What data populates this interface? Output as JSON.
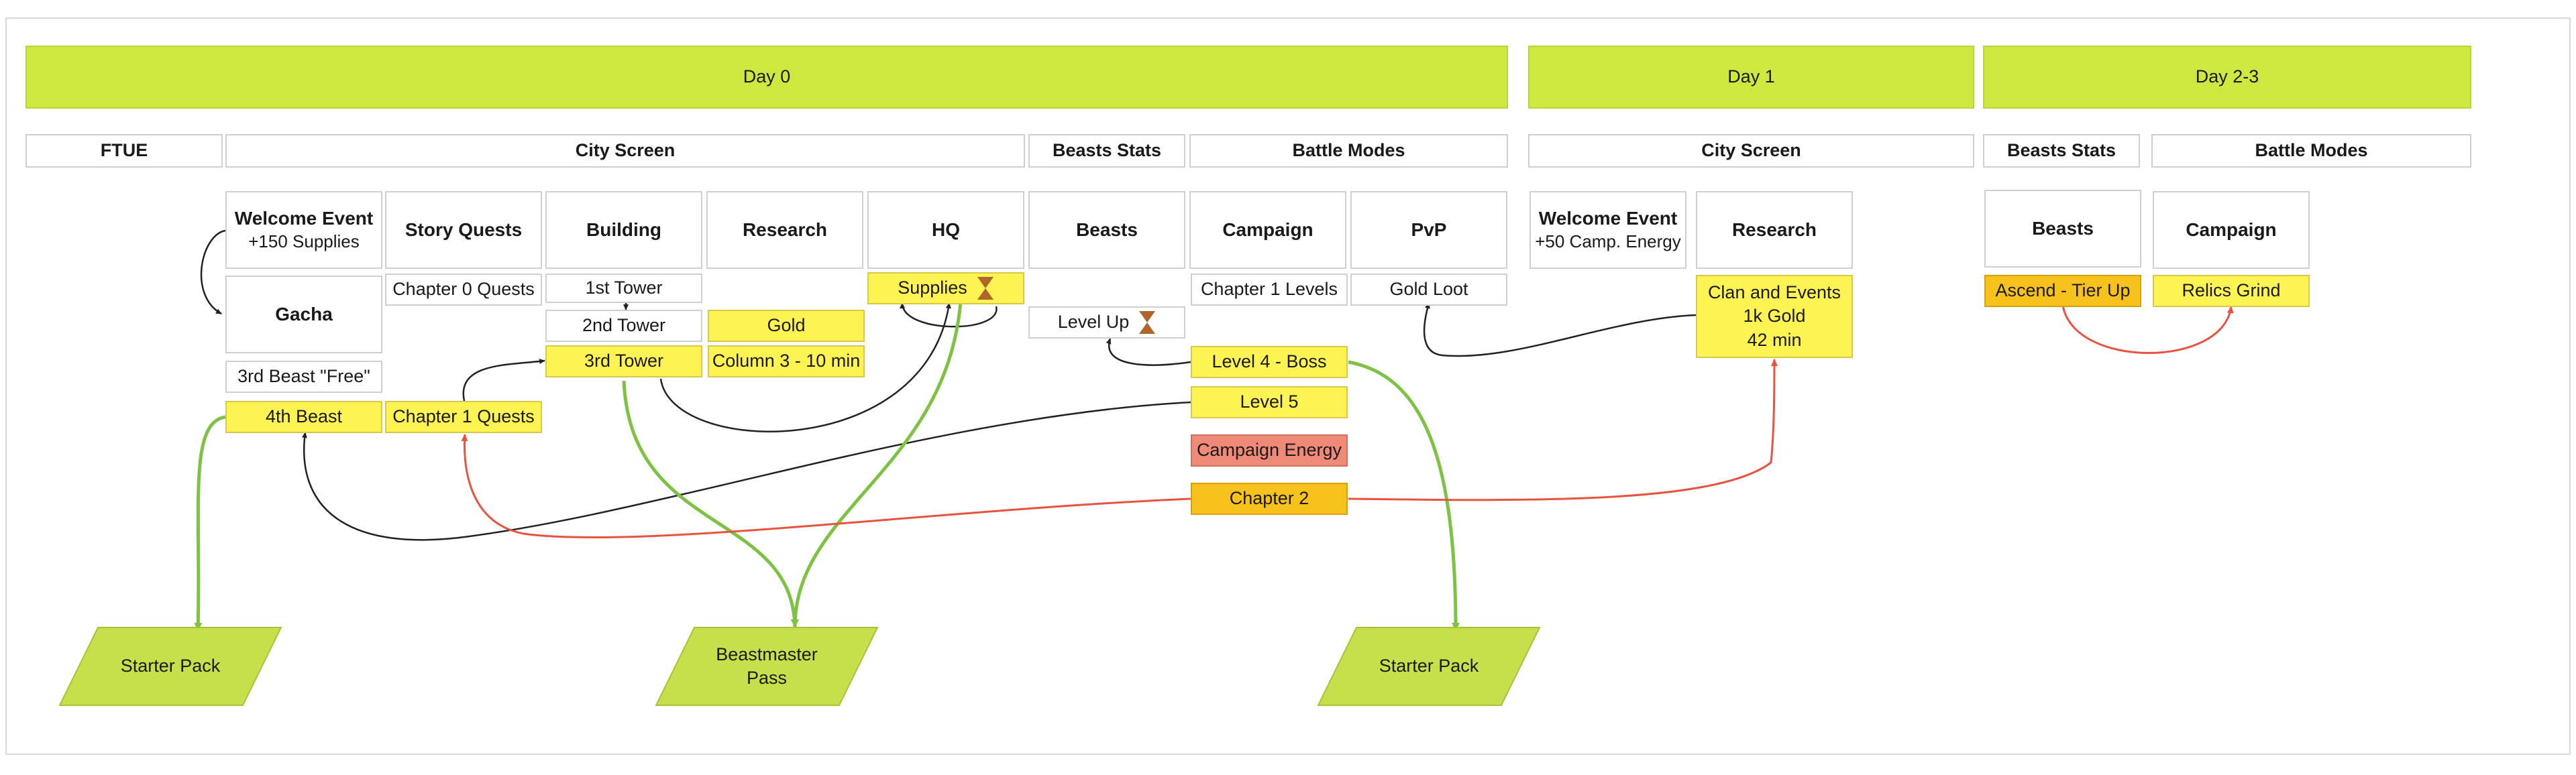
{
  "days": {
    "day0": "Day 0",
    "day1": "Day 1",
    "day23": "Day 2-3"
  },
  "sections": {
    "ftue": "FTUE",
    "city0": "City Screen",
    "beasts_stats0": "Beasts Stats",
    "battle0": "Battle Modes",
    "city1": "City Screen",
    "beasts_stats2": "Beasts Stats",
    "battle2": "Battle Modes"
  },
  "cards": {
    "welcome0_title": "Welcome Event",
    "welcome0_sub": "+150 Supplies",
    "gacha": "Gacha",
    "story_quests": "Story Quests",
    "building": "Building",
    "research0": "Research",
    "hq": "HQ",
    "beasts0": "Beasts",
    "campaign0": "Campaign",
    "pvp": "PvP",
    "welcome1_title": "Welcome Event",
    "welcome1_sub": "+50 Camp. Energy",
    "research1": "Research",
    "beasts2": "Beasts",
    "campaign2": "Campaign"
  },
  "items": {
    "beast3_free": "3rd Beast \"Free\"",
    "beast4": "4th Beast",
    "chapter0_quests": "Chapter 0 Quests",
    "chapter1_quests": "Chapter 1 Quests",
    "tower1": "1st Tower",
    "tower2": "2nd Tower",
    "tower3": "3rd Tower",
    "gold": "Gold",
    "column3": "Column 3 - 10 min",
    "supplies": "Supplies",
    "level_up": "Level Up",
    "chapter1_levels": "Chapter 1 Levels",
    "level4_boss": "Level 4 - Boss",
    "level5": "Level 5",
    "campaign_energy": "Campaign Energy",
    "chapter2": "Chapter 2",
    "gold_loot": "Gold Loot",
    "clan_line1": "Clan and Events",
    "clan_line2": "1k Gold",
    "clan_line3": "42 min",
    "ascend": "Ascend - Tier Up",
    "relics": "Relics Grind"
  },
  "offers": {
    "starter1": "Starter Pack",
    "beastmaster_line1": "Beastmaster",
    "beastmaster_line2": "Pass",
    "starter2": "Starter Pack"
  },
  "colors": {
    "day_header": "#cfe840",
    "highlight_yellow": "#fdf353",
    "highlight_orange": "#f7c21b",
    "highlight_red": "#f08a78",
    "offer_green": "#c5e04a",
    "link_green": "#7dc242",
    "link_red": "#e8533f",
    "link_black": "#222222",
    "hourglass": "#b0652a"
  },
  "icons": {
    "timer": "hourglass-icon"
  }
}
